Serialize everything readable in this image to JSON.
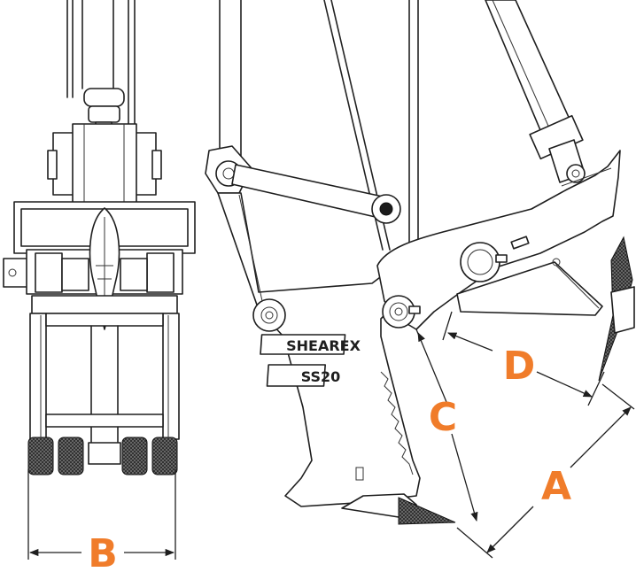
{
  "colors": {
    "label": "#f07c2a",
    "line": "#1e1e1e",
    "background": "#ffffff"
  },
  "labels": {
    "a": "A",
    "b": "B",
    "c": "C",
    "d": "D"
  },
  "plates": {
    "brand": "SHEAREX",
    "model": "SS20"
  }
}
